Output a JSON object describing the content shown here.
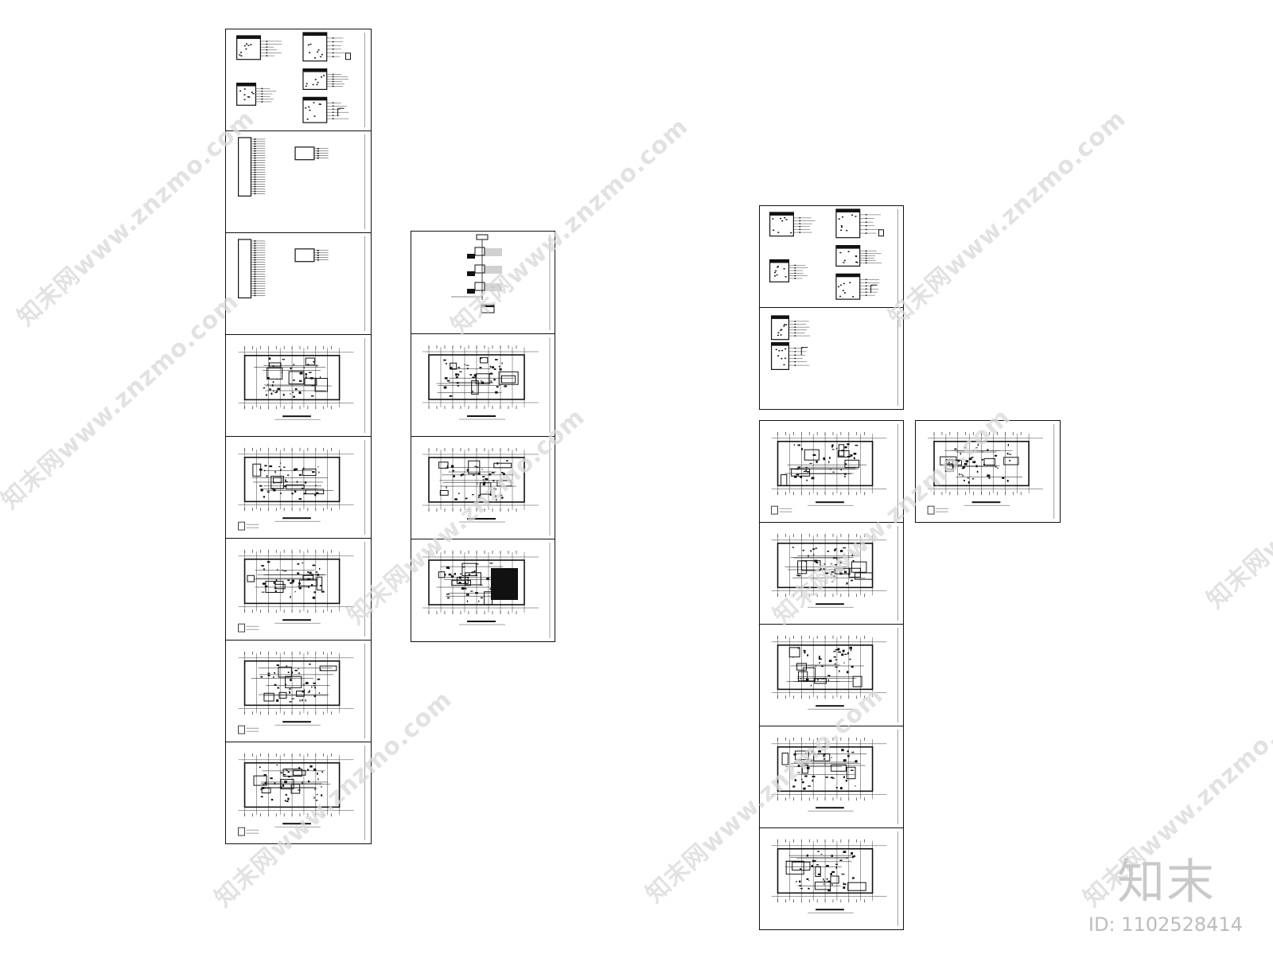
{
  "watermark": {
    "text": "知末网www.znzmo.com"
  },
  "brand": {
    "logo_text": "知末",
    "id_text": "ID: 1102528414"
  },
  "sheets": [
    {
      "id": "a1",
      "kind": "schematic"
    },
    {
      "id": "a2",
      "kind": "panel"
    },
    {
      "id": "a3",
      "kind": "panel"
    },
    {
      "id": "a4",
      "kind": "plan"
    },
    {
      "id": "a5",
      "kind": "plan"
    },
    {
      "id": "a6",
      "kind": "plan"
    },
    {
      "id": "a7",
      "kind": "plan"
    },
    {
      "id": "a8",
      "kind": "plan"
    },
    {
      "id": "b1",
      "kind": "riser"
    },
    {
      "id": "b2",
      "kind": "plan"
    },
    {
      "id": "b3",
      "kind": "plan"
    },
    {
      "id": "b4",
      "kind": "plan-hatched"
    },
    {
      "id": "c1",
      "kind": "schematic"
    },
    {
      "id": "c2",
      "kind": "schematic-small"
    },
    {
      "id": "c3",
      "kind": "plan"
    },
    {
      "id": "c4",
      "kind": "plan"
    },
    {
      "id": "c5",
      "kind": "plan"
    },
    {
      "id": "c6",
      "kind": "plan"
    },
    {
      "id": "c7",
      "kind": "plan"
    },
    {
      "id": "d1",
      "kind": "plan"
    }
  ]
}
